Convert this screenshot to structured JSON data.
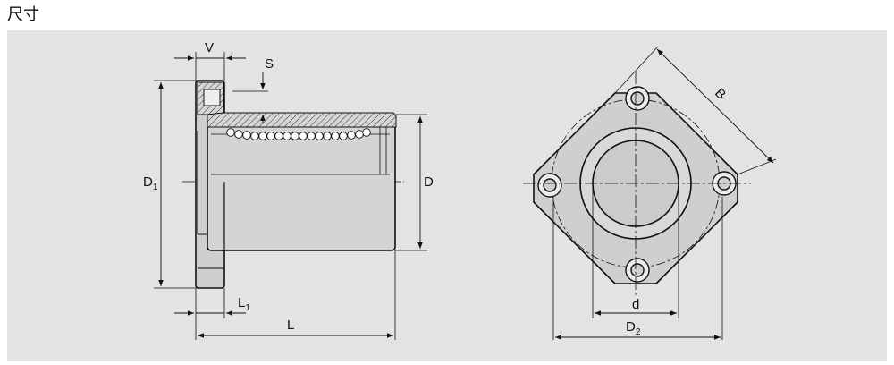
{
  "page": {
    "title": "尺寸"
  },
  "labels": {
    "V": "V",
    "S": "S",
    "D1": "D",
    "D1_sub": "1",
    "D": "D",
    "L1": "L",
    "L1_sub": "1",
    "L": "L",
    "B": "B",
    "d": "d",
    "D2": "D",
    "D2_sub": "2"
  }
}
